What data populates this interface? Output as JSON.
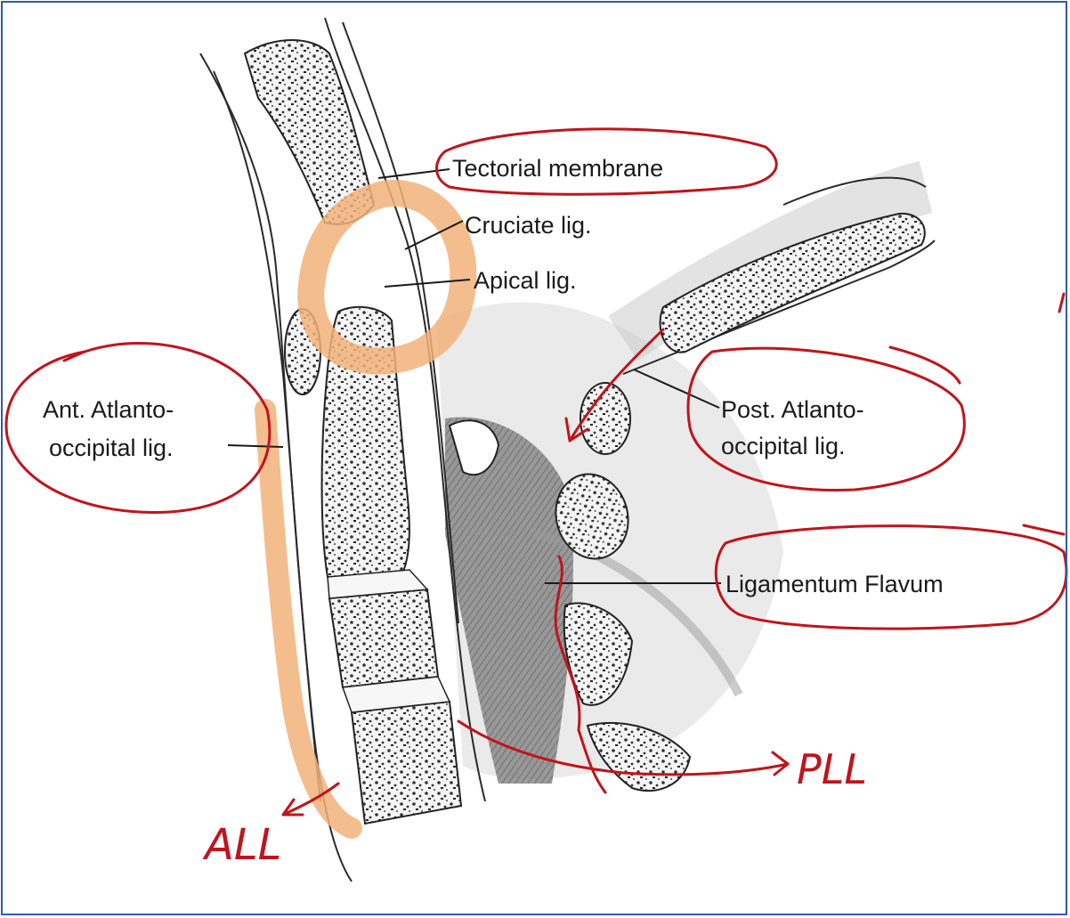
{
  "labels": {
    "tectorial": "Tectorial membrane",
    "cruciate": "Cruciate lig.",
    "apical": "Apical lig.",
    "ant_line1": "Ant. Atlanto-",
    "ant_line2": "occipital lig.",
    "post_line1": "Post. Atlanto-",
    "post_line2": "occipital lig.",
    "flavum": "Ligamentum Flavum"
  },
  "handwritten": {
    "all": "ALL",
    "pll": "PLL"
  },
  "colors": {
    "annotation_red": "#c0141c",
    "highlight_orange": "#f2b27a",
    "ink": "#1a1a1a",
    "frame": "#2f5da8"
  }
}
